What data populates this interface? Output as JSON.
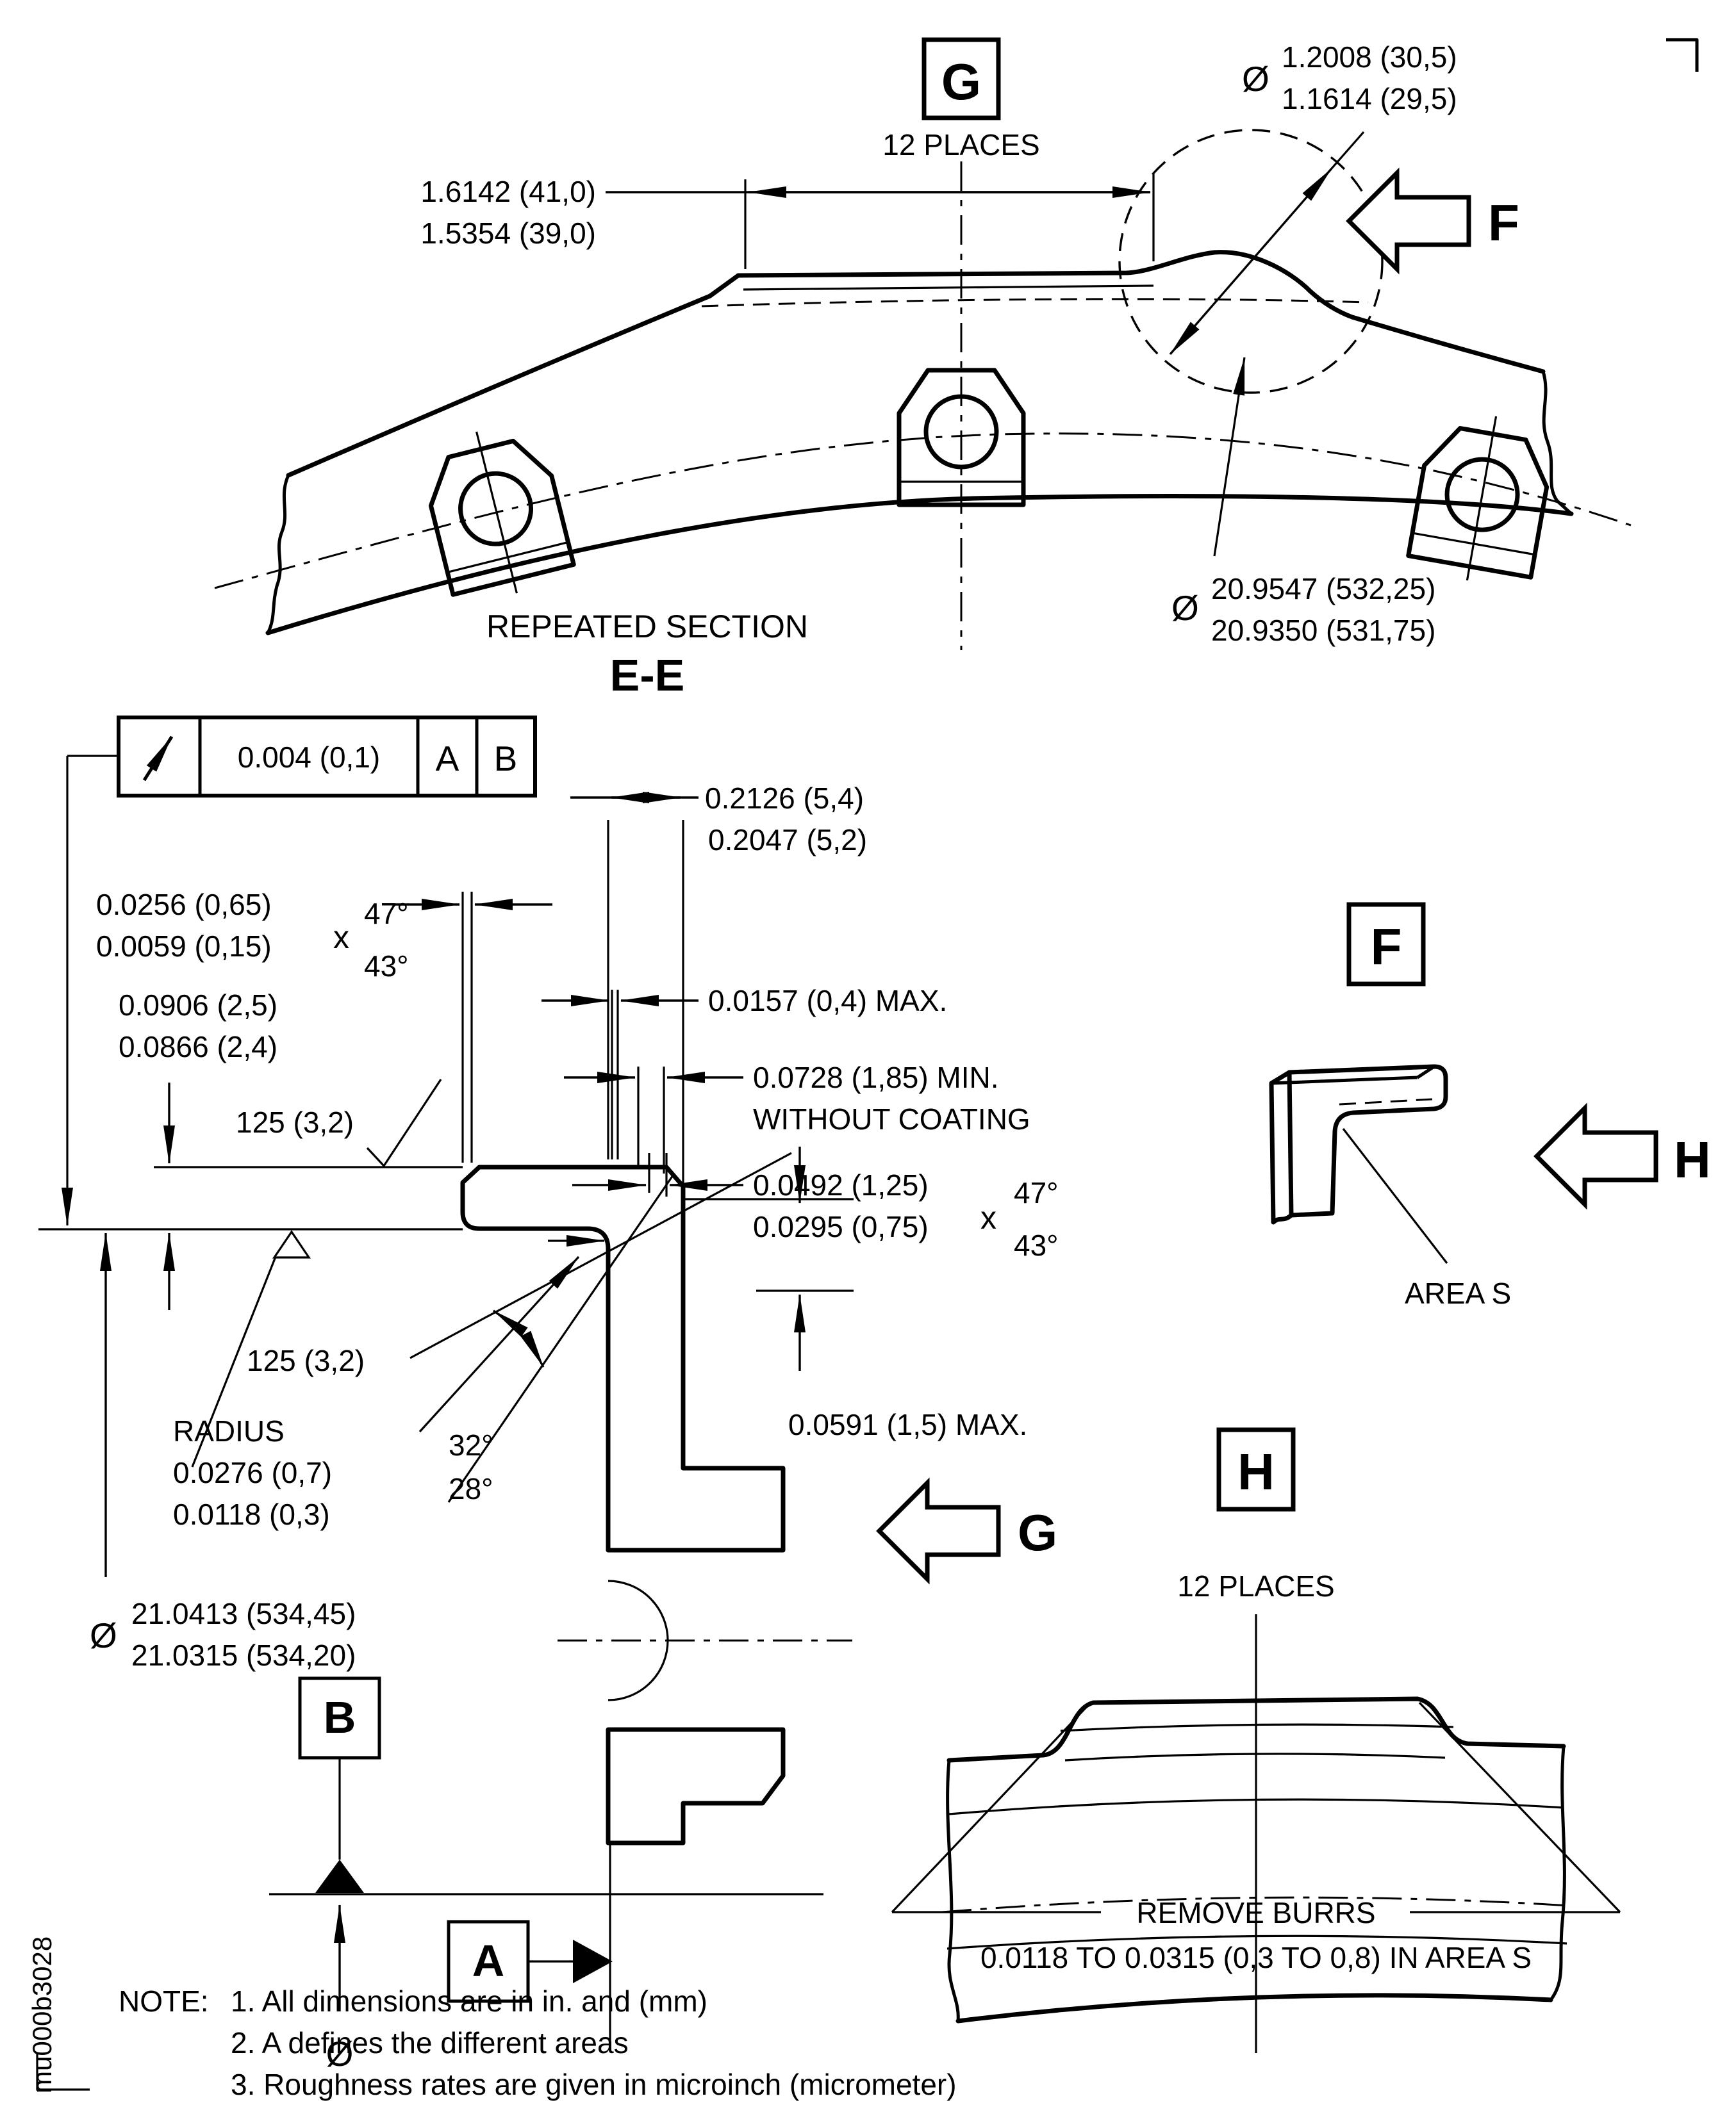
{
  "drawing": {
    "title": "REPEATED SECTION",
    "section_id": "E-E",
    "doc_id": "mu000b3028",
    "top_view": {
      "flag_g": "G",
      "g_places": "12 PLACES",
      "dia_small": {
        "prefix": "Ø",
        "line1": "1.2008 (30,5)",
        "line2": "1.1614 (29,5)"
      },
      "width_dim": {
        "line1": "1.6142 (41,0)",
        "line2": "1.5354 (39,0)"
      },
      "dia_large": {
        "prefix": "Ø",
        "line1": "20.9547 (532,25)",
        "line2": "20.9350 (531,75)"
      },
      "view_arrow_f": "F"
    },
    "fcf": {
      "tolerance": "0.004 (0,1)",
      "datum1": "A",
      "datum2": "B"
    },
    "section": {
      "dim_0212": [
        "0.2126 (5,4)",
        "0.2047 (5,2)"
      ],
      "chamfer1": {
        "line1": "0.0256 (0,65)",
        "line2": "0.0059 (0,15)",
        "x": "x",
        "a1": "47°",
        "a2": "43°"
      },
      "dim_0906": [
        "0.0906 (2,5)",
        "0.0866 (2,4)"
      ],
      "dim_0157": "0.0157 (0,4) MAX.",
      "dim_0728": [
        "0.0728 (1,85) MIN.",
        "WITHOUT COATING"
      ],
      "chamfer2": {
        "line1": "0.0492 (1,25)",
        "line2": "0.0295 (0,75)",
        "x": "x",
        "a1": "47°",
        "a2": "43°"
      },
      "rough_upper": "125 (3,2)",
      "rough_lower": "125 (3,2)",
      "radius": [
        "RADIUS",
        "0.0276 (0,7)",
        "0.0118 (0,3)"
      ],
      "angle": [
        "32°",
        "28°"
      ],
      "dim_0591": "0.0591 (1,5) MAX.",
      "dia_bore": {
        "prefix": "Ø",
        "line1": "21.0413 (534,45)",
        "line2": "21.0315 (534,20)"
      },
      "datum_a": "A",
      "datum_b": "B",
      "dia_symbol": "Ø",
      "view_arrow_g": "G"
    },
    "f_detail": {
      "flag": "F",
      "area": "AREA S",
      "view_arrow_h": "H"
    },
    "h_detail": {
      "flag": "H",
      "places": "12 PLACES",
      "burrs1": "REMOVE BURRS",
      "burrs2": "0.0118 TO 0.0315 (0,3 TO 0,8) IN AREA S"
    },
    "notes": {
      "label": "NOTE:",
      "items": [
        "1. All dimensions are in in. and (mm)",
        "2. A defines the different areas",
        "3. Roughness rates are given in microinch (micrometer)"
      ]
    }
  }
}
